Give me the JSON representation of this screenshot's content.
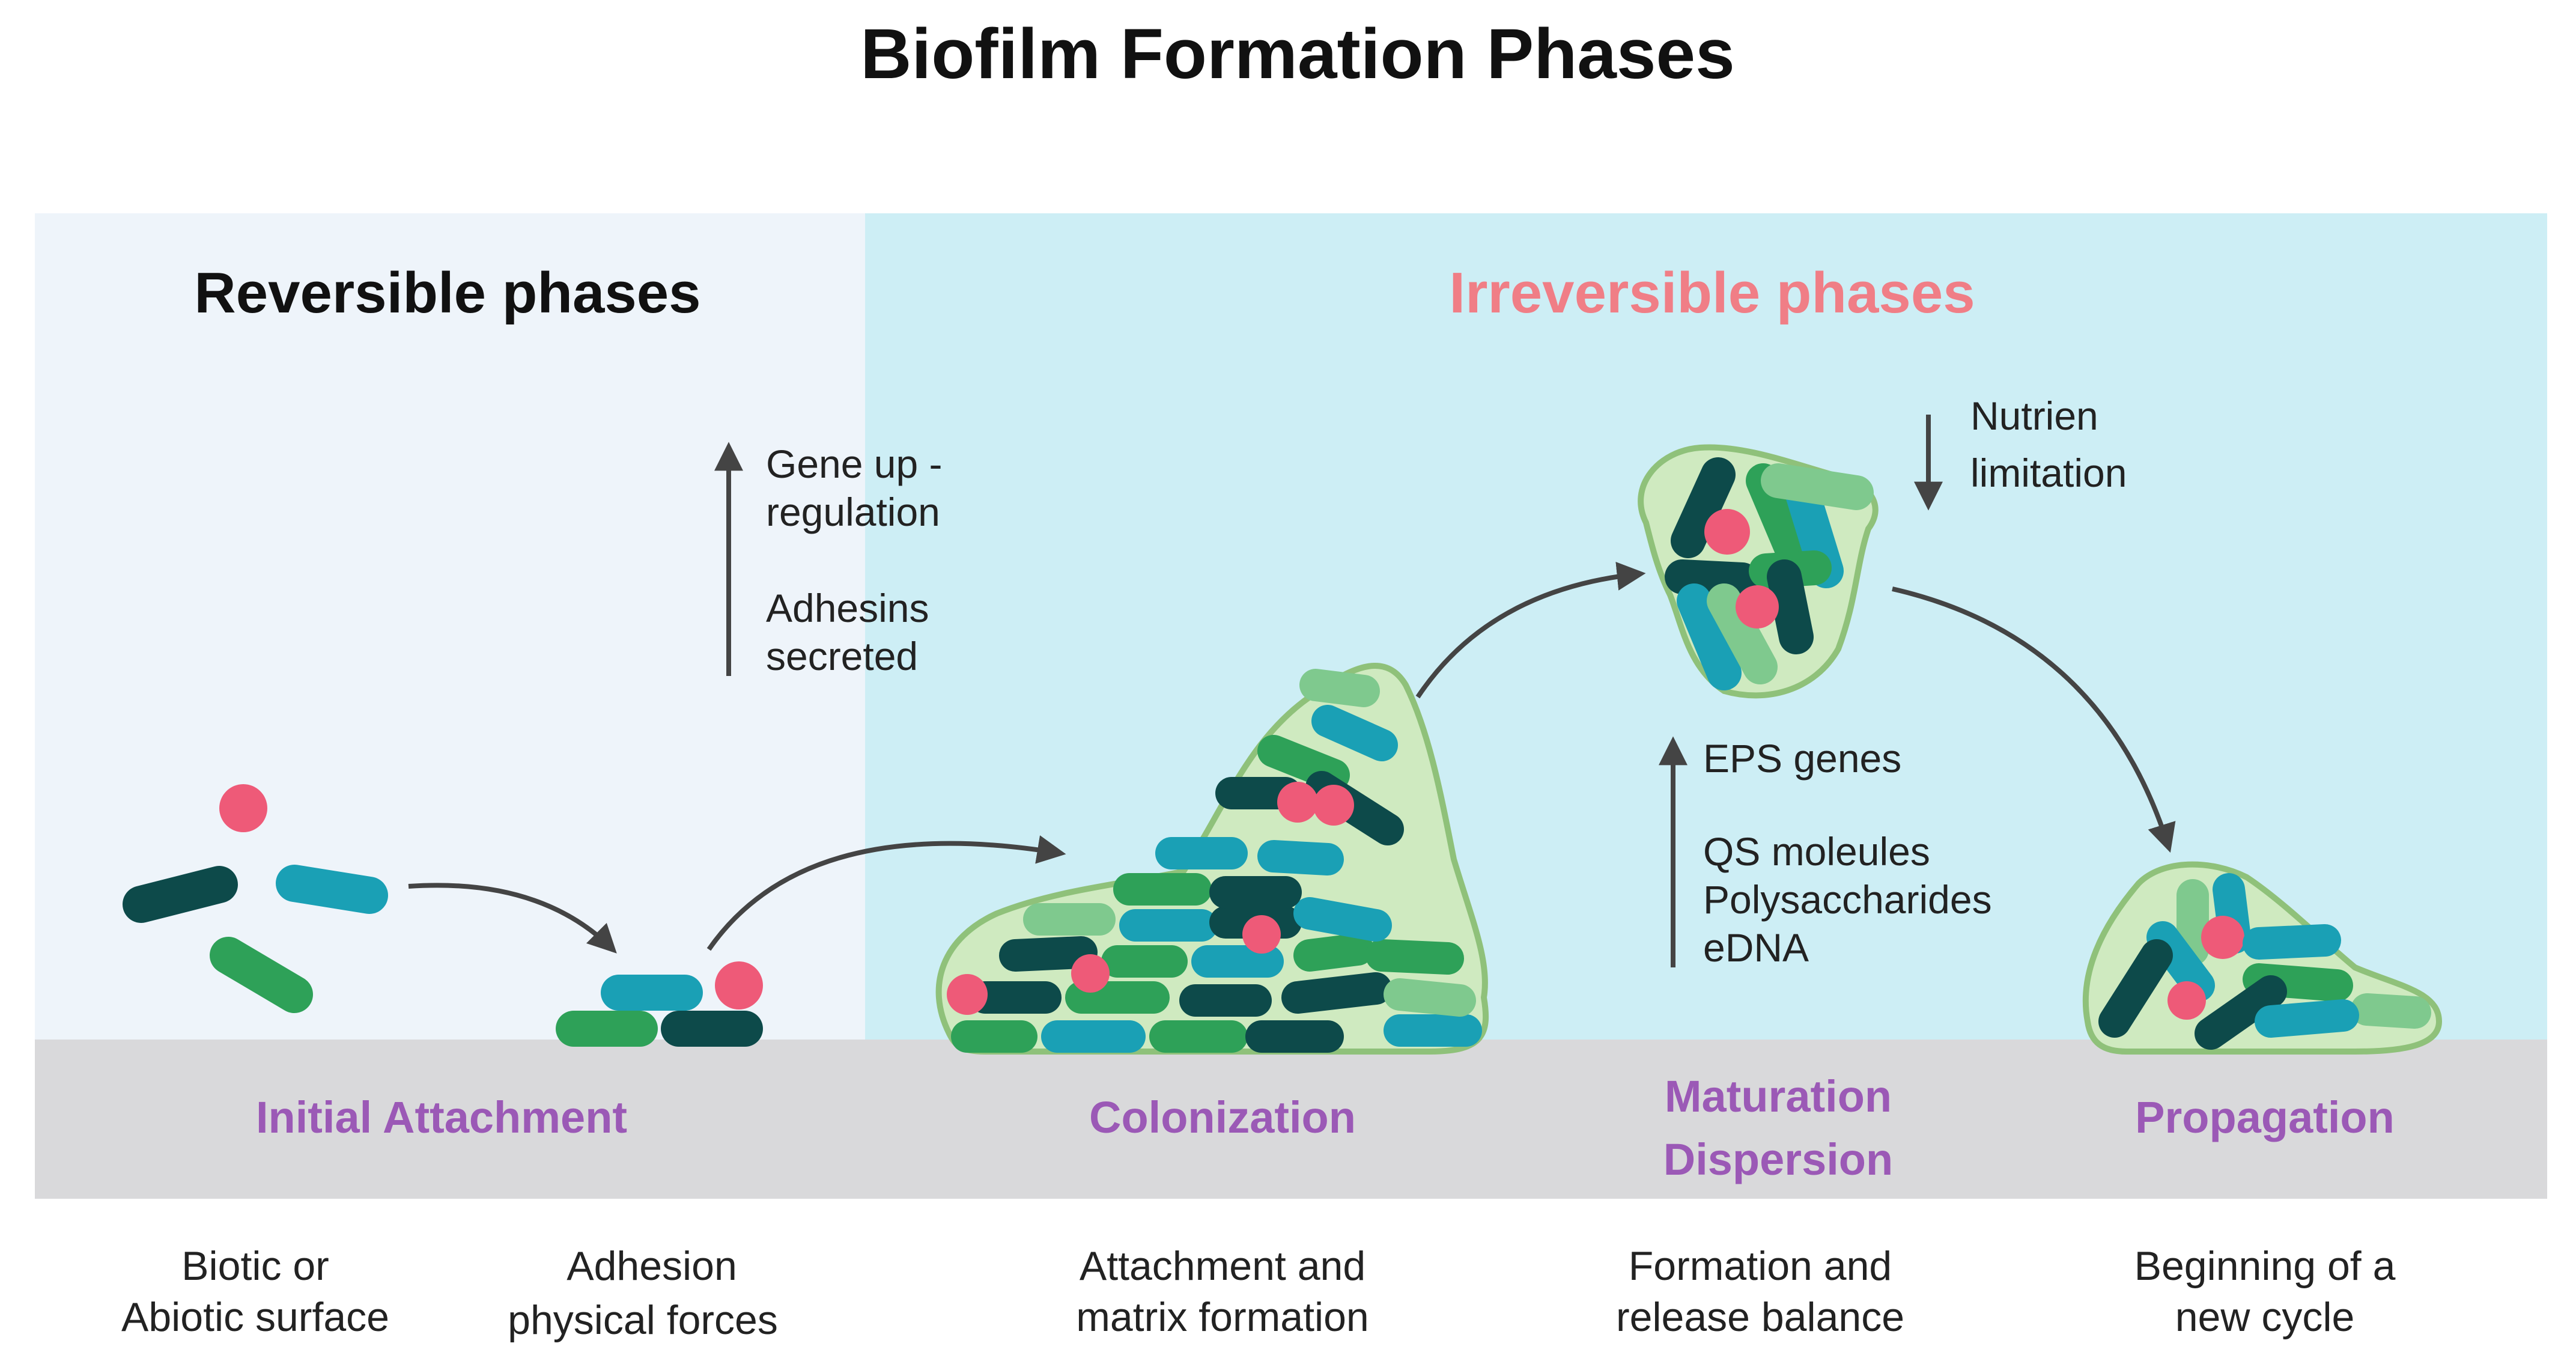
{
  "title": "Biofilm Formation Phases",
  "sections": {
    "reversible": {
      "label": "Reversible phases",
      "color": "#111111",
      "bg": "#eef4fa"
    },
    "irreversible": {
      "label": "Irreversible phases",
      "color": "#f07e86",
      "bg": "#cdeef5"
    }
  },
  "ground_color": "#d9d9db",
  "phase_color": "#9b59b6",
  "phases": {
    "initial_attachment": "Initial Attachment",
    "colonization": "Colonization",
    "maturation": "Maturation",
    "dispersion": "Dispersion",
    "propagation": "Propagation"
  },
  "annotations": {
    "gene_up_1": "Gene up -",
    "gene_up_2": "regulation",
    "adhesins_1": "Adhesins",
    "adhesins_2": "secreted",
    "nutrien_1": "Nutrien",
    "nutrien_2": "limitation",
    "eps": "EPS genes",
    "qs": "QS moleules",
    "poly": "Polysaccharides",
    "edna": "eDNA"
  },
  "captions": {
    "surface_1": "Biotic or",
    "surface_2": "Abiotic surface",
    "adhesion_1": "Adhesion",
    "adhesion_2": "physical forces",
    "attach_1": "Attachment and",
    "attach_2": "matrix formation",
    "formation_1": "Formation and",
    "formation_2": "release balance",
    "begin_1": "Beginning of a",
    "begin_2": "new cycle"
  },
  "colors": {
    "teal": "#1aa0b5",
    "dark_teal": "#0d4a4a",
    "green": "#2ea158",
    "light_green": "#7fc98e",
    "pink": "#ee5a78",
    "matrix_fill": "#cfeac0",
    "matrix_stroke": "#8fc17a",
    "arrow": "#444444"
  }
}
